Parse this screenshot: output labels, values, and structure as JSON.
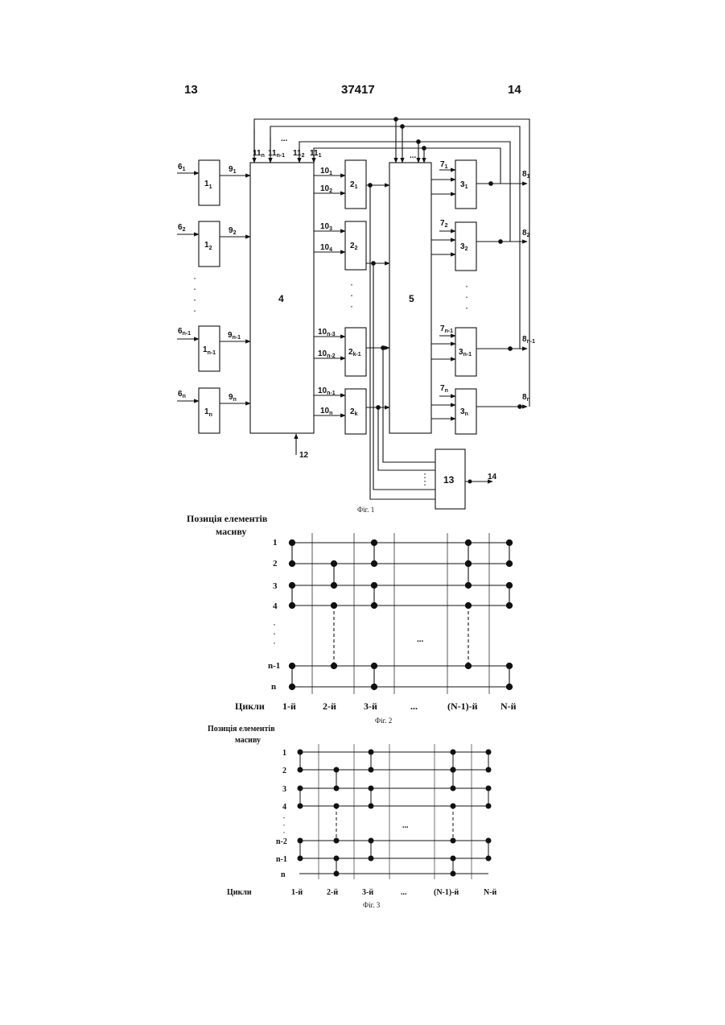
{
  "header": {
    "left": "13",
    "center": "37417",
    "right": "14"
  },
  "fig1": {
    "caption": "Фіг. 1",
    "block_1": {
      "labels": [
        "1",
        "1",
        "1",
        "1"
      ],
      "subs": [
        "1",
        "2",
        "n-1",
        "n"
      ]
    },
    "inputs_6": {
      "labels": [
        "6",
        "6",
        "6",
        "6"
      ],
      "subs": [
        "1",
        "2",
        "n-1",
        "n"
      ]
    },
    "wires_9": {
      "labels": [
        "9",
        "9",
        "9",
        "9"
      ],
      "subs": [
        "1",
        "2",
        "n-1",
        "n"
      ]
    },
    "block_4": "4",
    "block_5": "5",
    "block_13": "13",
    "out_14": "14",
    "in_12": "12",
    "wires_10": {
      "labels": [
        "10",
        "10",
        "10",
        "10",
        "10",
        "10",
        "10",
        "10"
      ],
      "subs": [
        "1",
        "2",
        "3",
        "4",
        "n-3",
        "n-2",
        "n-1",
        "n"
      ]
    },
    "block_2": {
      "labels": [
        "2",
        "2",
        "2",
        "2"
      ],
      "subs": [
        "1",
        "2",
        "k-1",
        "k"
      ]
    },
    "block_3": {
      "labels": [
        "3",
        "3",
        "3",
        "3"
      ],
      "subs": [
        "1",
        "2",
        "n-1",
        "n"
      ]
    },
    "inputs_7": {
      "labels": [
        "7",
        "7",
        "7",
        "7"
      ],
      "subs": [
        "1",
        "2",
        "n-1",
        "n"
      ]
    },
    "outputs_8": {
      "labels": [
        "8",
        "8",
        "8",
        "8"
      ],
      "subs": [
        "1",
        "2",
        "n-1",
        "n"
      ]
    },
    "feedback_11": {
      "labels": [
        "11",
        "11",
        "11",
        "11"
      ],
      "subs": [
        "n",
        "n-1",
        "2",
        "1"
      ]
    },
    "ellipsis": "..."
  },
  "fig2": {
    "ylabel_line1": "Позиція елементів",
    "ylabel_line2": "масиву",
    "rows": [
      "1",
      "2",
      "3",
      "4",
      "n-1",
      "n"
    ],
    "cycles_label": "Цикли",
    "cycles": [
      "1-й",
      "2-й",
      "3-й",
      "...",
      "(N-1)-й",
      "N-й"
    ],
    "middle_dots": "...",
    "caption": "Фіг. 2"
  },
  "fig3": {
    "ylabel_line1": "Позиція елементів",
    "ylabel_line2": "масиву",
    "rows": [
      "1",
      "2",
      "3",
      "4",
      "n-2",
      "n-1",
      "n"
    ],
    "cycles_label": "Цикли",
    "cycles": [
      "1-й",
      "2-й",
      "3-й",
      "...",
      "(N-1)-й",
      "N-й"
    ],
    "middle_dots": "...",
    "caption": "Фіг. 3"
  }
}
